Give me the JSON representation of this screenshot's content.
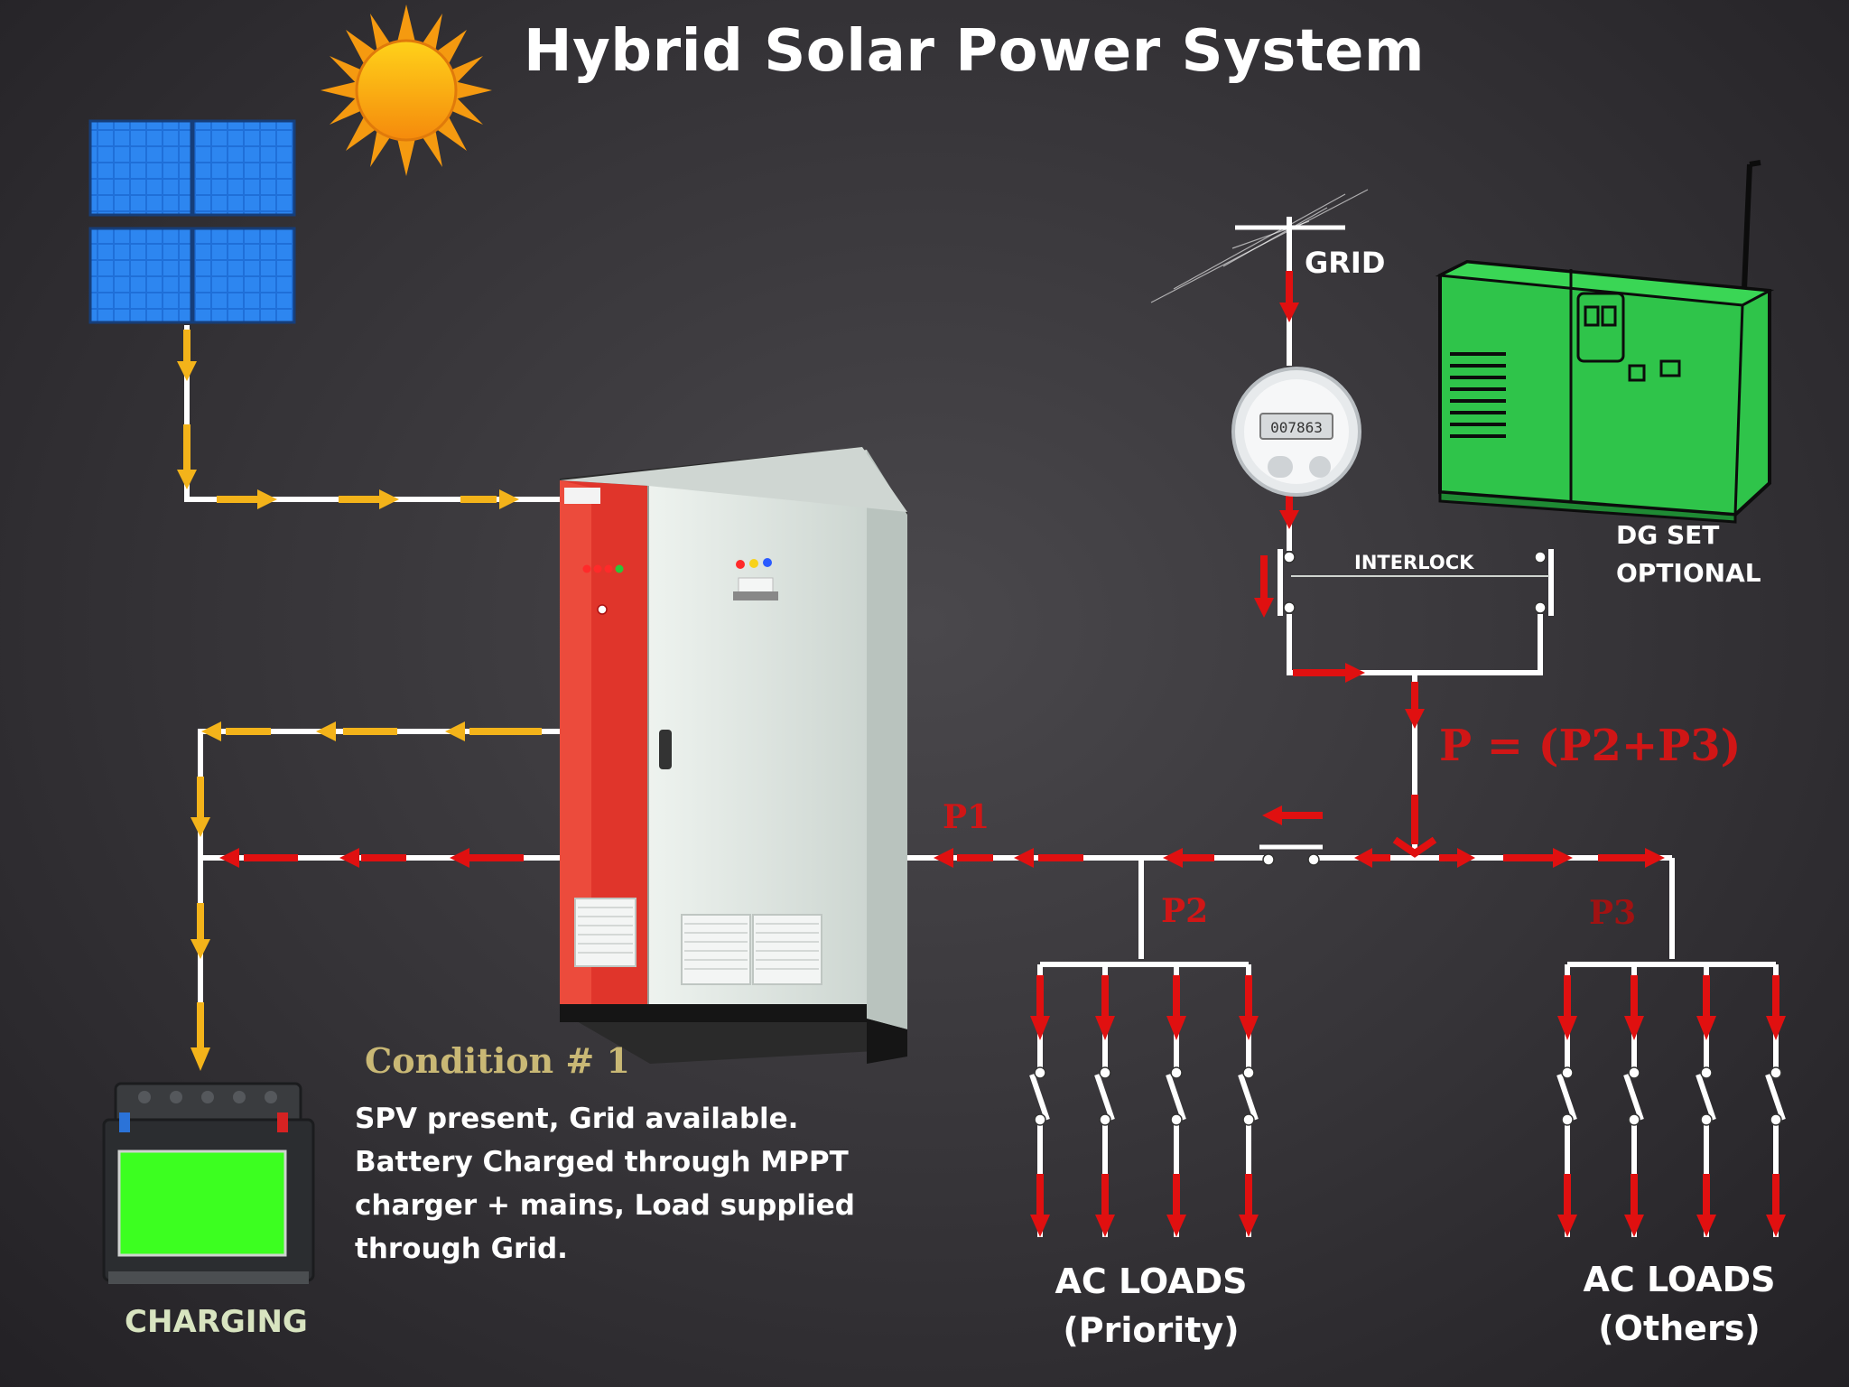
{
  "title": "Hybrid Solar Power System",
  "labels": {
    "grid": "GRID",
    "interlock": "INTERLOCK",
    "dg_set": "DG SET",
    "dg_optional": "OPTIONAL",
    "p1": "P1",
    "p2": "P2",
    "p3": "P3",
    "p_equation": "P = (P2+P3)",
    "charging": "CHARGING",
    "meter_reading": "007863"
  },
  "loads": {
    "priority": {
      "line1": "AC  LOADS",
      "line2": "(Priority)"
    },
    "others": {
      "line1": "AC  LOADS",
      "line2": "(Others)"
    }
  },
  "condition": {
    "title": "Condition # 1",
    "lines": [
      "SPV present, Grid available.",
      "Battery Charged through MPPT",
      "charger + mains,  Load supplied",
      "through Grid."
    ]
  },
  "colors": {
    "solar_flow": "#f3b31a",
    "grid_flow": "#e01010",
    "wire": "#ffffff",
    "red_label": "#d01616",
    "condition_title": "#c9b875",
    "dg_set": "#2fc44a",
    "battery_screen": "#3cff20",
    "cabinet_red": "#e0352b",
    "cabinet_body": "#dfe7e2"
  },
  "icons": {
    "sun": "sun-icon",
    "solar_panel": "solar-panel-icon",
    "grid_pole": "grid-pole-icon",
    "energy_meter": "energy-meter-icon",
    "generator": "generator-icon",
    "inverter": "inverter-cabinet-icon",
    "battery": "battery-icon"
  }
}
